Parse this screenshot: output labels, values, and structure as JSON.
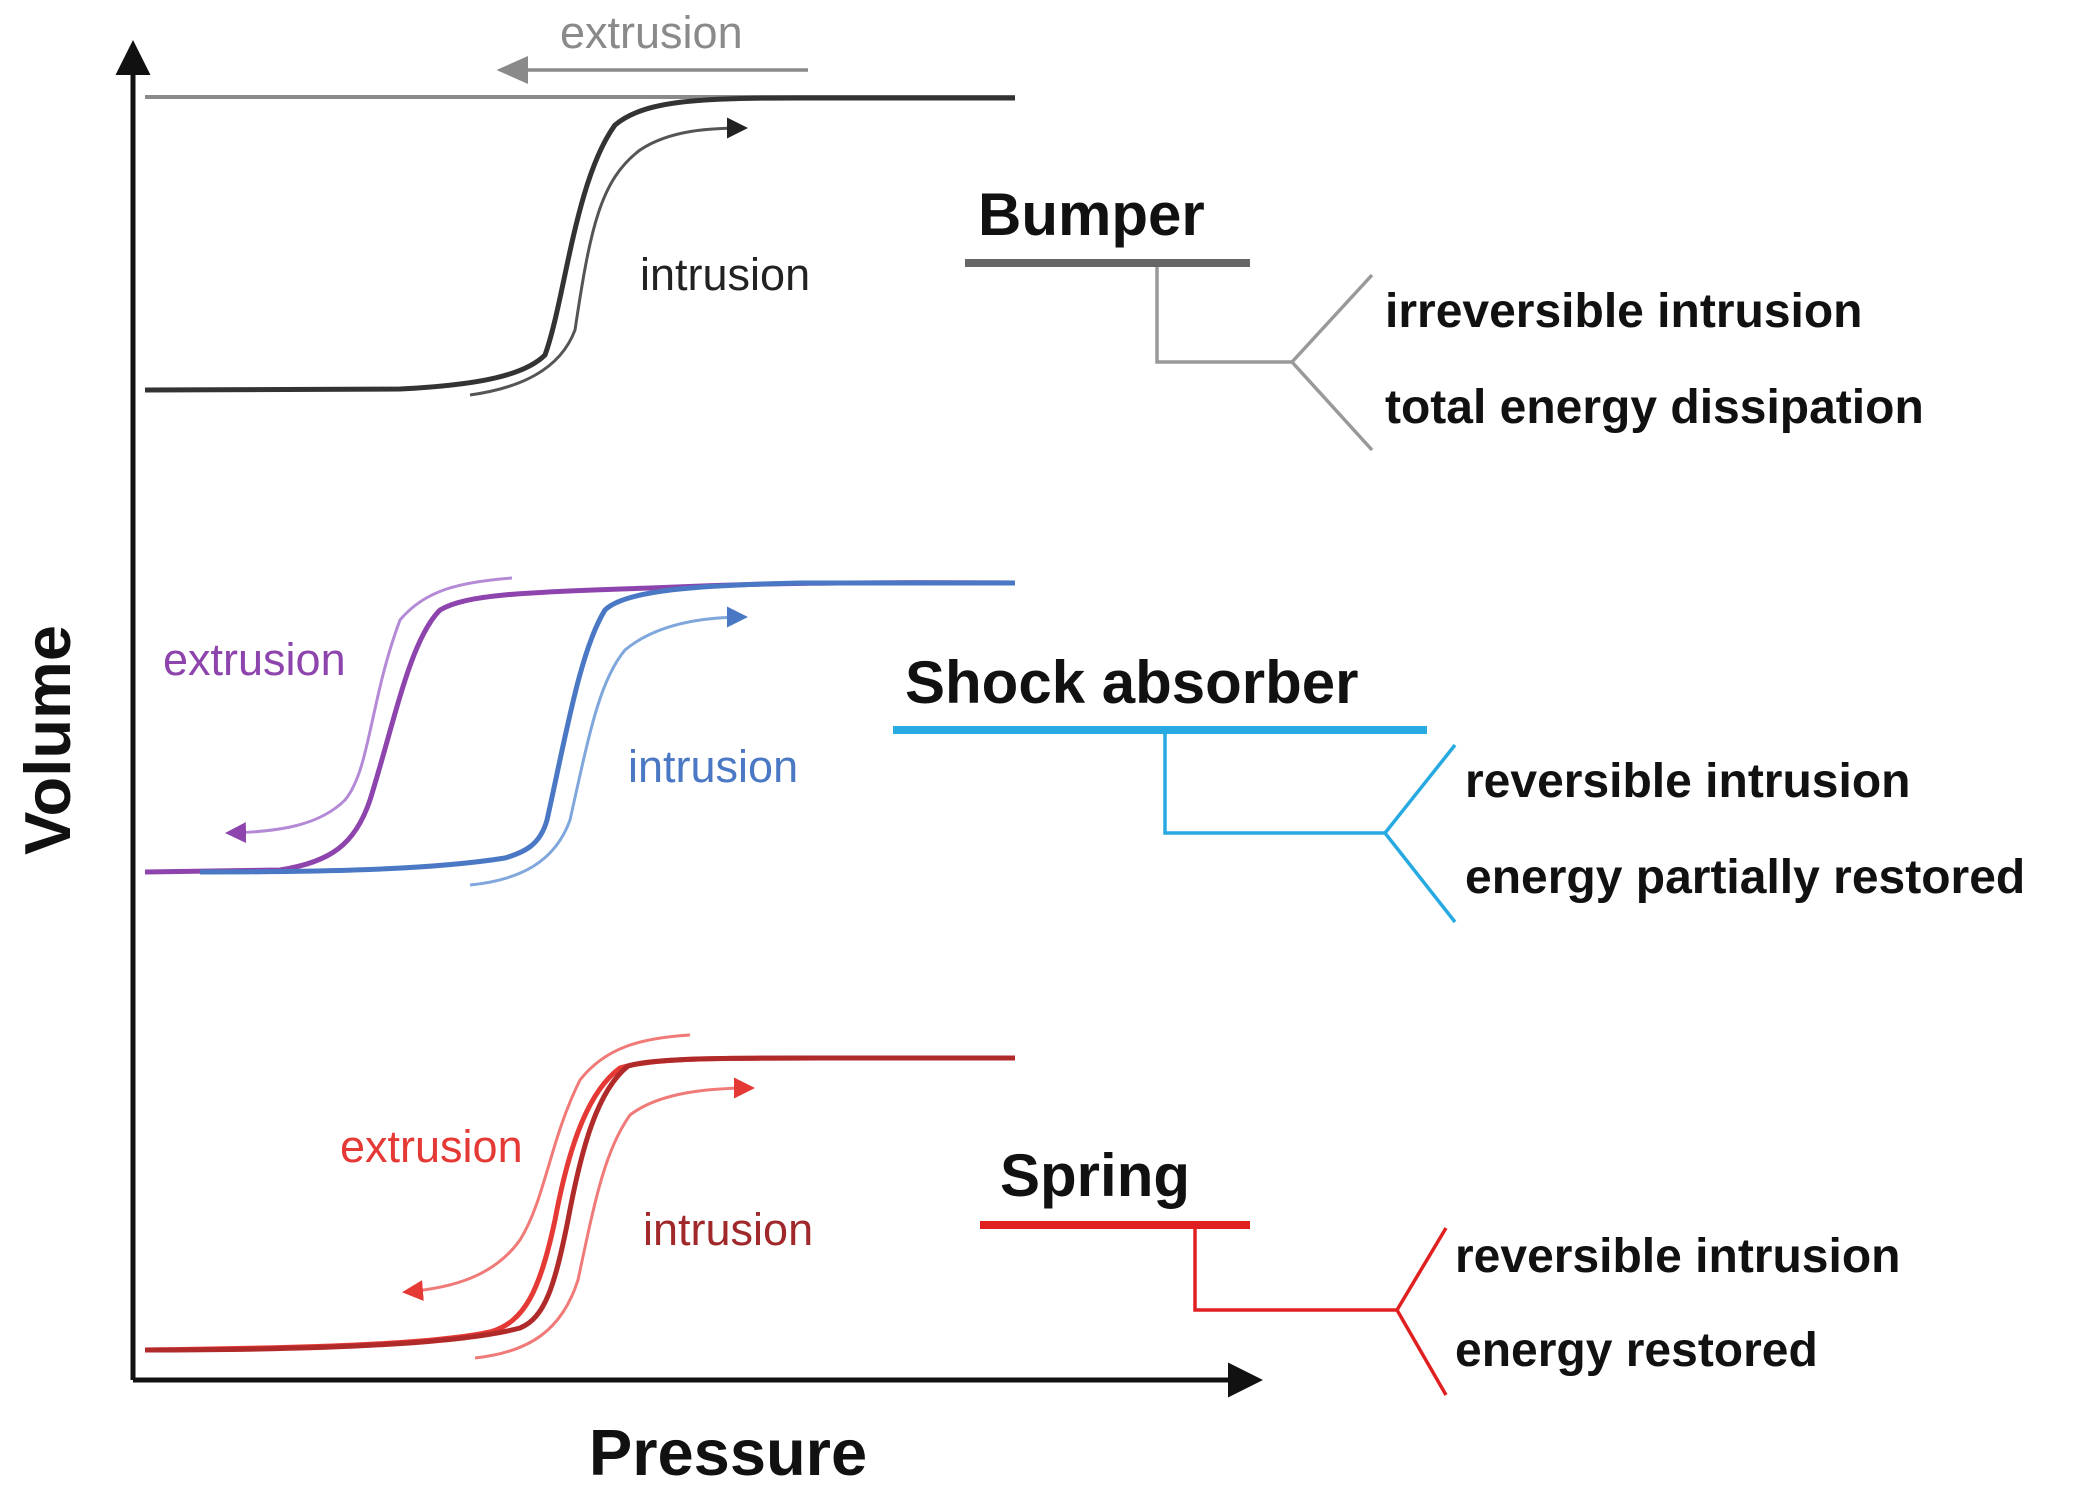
{
  "axes": {
    "y_label": "Volume",
    "x_label": "Pressure",
    "color": "#111111"
  },
  "panels": [
    {
      "id": "bumper",
      "title": "Bumper",
      "accent": "#666666",
      "extrusion_label": "extrusion",
      "intrusion_label": "intrusion",
      "extrusion_color": "#8a8a8a",
      "intrusion_color": "#333333",
      "properties": [
        "irreversible intrusion",
        "total energy dissipation"
      ]
    },
    {
      "id": "shock-absorber",
      "title": "Shock absorber",
      "accent": "#27a9e1",
      "extrusion_label": "extrusion",
      "intrusion_label": "intrusion",
      "extrusion_color": "#8e44ad",
      "intrusion_color": "#4a78c4",
      "properties": [
        "reversible intrusion",
        "energy partially restored"
      ]
    },
    {
      "id": "spring",
      "title": "Spring",
      "accent": "#e02020",
      "extrusion_label": "extrusion",
      "intrusion_label": "intrusion",
      "extrusion_color": "#e53935",
      "intrusion_color": "#a0282a",
      "properties": [
        "reversible intrusion",
        "energy restored"
      ]
    }
  ]
}
